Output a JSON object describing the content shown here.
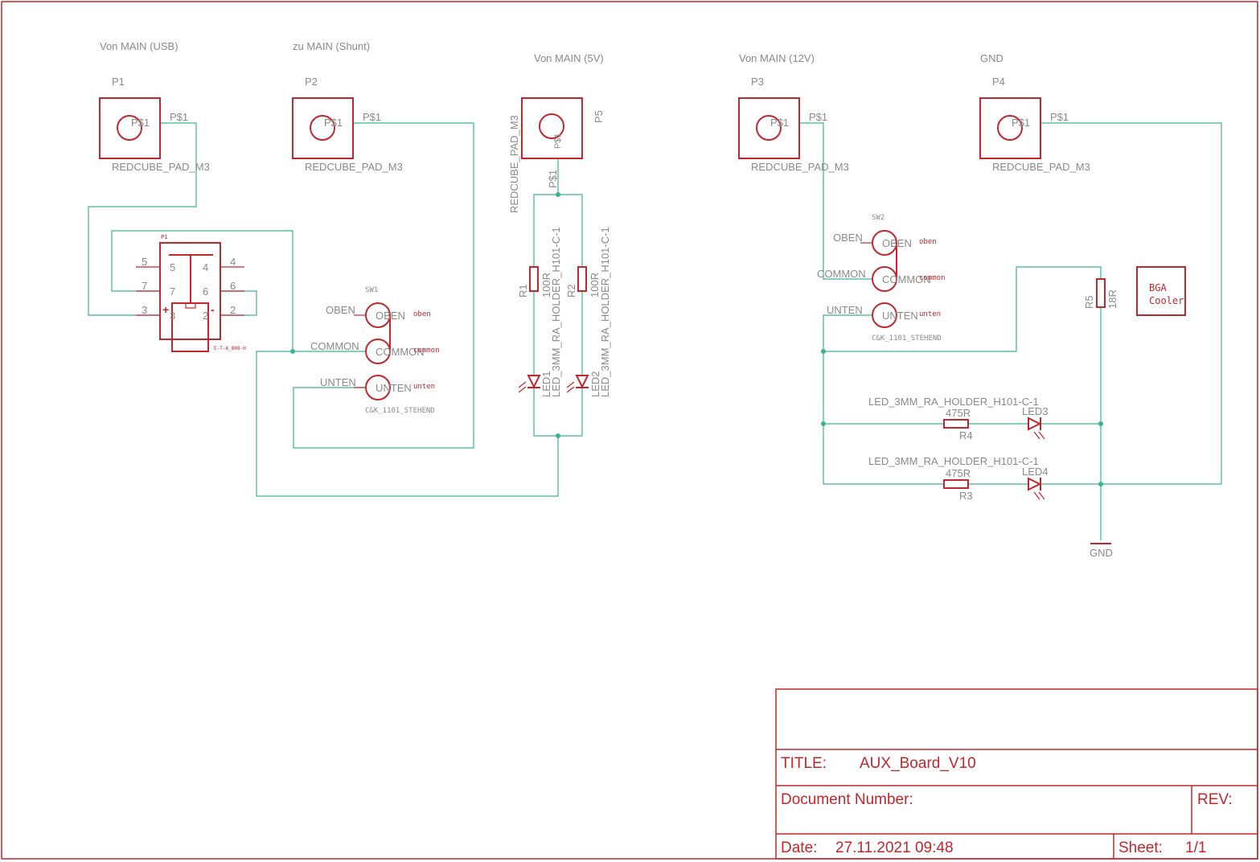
{
  "connectors": {
    "p1": {
      "label": "Von MAIN (USB)",
      "name": "P1",
      "pin": "P$1",
      "value": "REDCUBE_PAD_M3"
    },
    "p2": {
      "label": "zu MAIN (Shunt)",
      "name": "P2",
      "pin": "P$1",
      "value": "REDCUBE_PAD_M3"
    },
    "p5": {
      "label": "Von MAIN (5V)",
      "name": "P5",
      "pin": "P$1",
      "value": "REDCUBE_PAD_M3"
    },
    "p3": {
      "label": "Von MAIN (12V)",
      "name": "P3",
      "pin": "P$1",
      "value": "REDCUBE_PAD_M3"
    },
    "p4": {
      "label": "GND",
      "name": "P4",
      "pin": "P$1",
      "value": "REDCUBE_PAD_M3"
    }
  },
  "usb": {
    "name": "P1",
    "value": "E-T-A_808-H",
    "pins": [
      "5",
      "4",
      "7",
      "6",
      "3",
      "2",
      "+",
      "-"
    ]
  },
  "sw1": {
    "name": "SW1",
    "value": "C&K_1101_STEHEND",
    "pins": [
      "OBEN",
      "COMMON",
      "UNTEN"
    ],
    "notes": [
      "oben",
      "common",
      "unten"
    ]
  },
  "sw2": {
    "name": "SW2",
    "value": "C&K_1101_STEHEND",
    "pins": [
      "OBEN",
      "COMMON",
      "UNTEN"
    ],
    "notes": [
      "oben",
      "common",
      "unten"
    ]
  },
  "r1": {
    "name": "R1",
    "value": "100R"
  },
  "r2": {
    "name": "R2",
    "value": "100R"
  },
  "r3": {
    "name": "R3",
    "value": "475R"
  },
  "r4": {
    "name": "R4",
    "value": "475R"
  },
  "r5": {
    "name": "R5",
    "value": "18R"
  },
  "led1": {
    "name": "LED1",
    "value": "LED_3MM_RA_HOLDER_H101-C-1"
  },
  "led2": {
    "name": "LED2",
    "value": "LED_3MM_RA_HOLDER_H101-C-1"
  },
  "led3": {
    "name": "LED3",
    "value": "LED_3MM_RA_HOLDER_H101-C-1"
  },
  "led4": {
    "name": "LED4",
    "value": "LED_3MM_RA_HOLDER_H101-C-1"
  },
  "cooler": {
    "line1": "BGA",
    "line2": "Cooler"
  },
  "gnd": {
    "label": "GND"
  },
  "titleblock": {
    "title_label": "TITLE:",
    "title_value": "AUX_Board_V10",
    "docnum_label": "Document Number:",
    "rev_label": "REV:",
    "date_label": "Date:",
    "date_value": "27.11.2021 09:48",
    "sheet_label": "Sheet:",
    "sheet_value": "1/1"
  },
  "colors": {
    "symbol": "#c2272d",
    "net": "#3cb38a",
    "text": "#8a8a8a"
  }
}
